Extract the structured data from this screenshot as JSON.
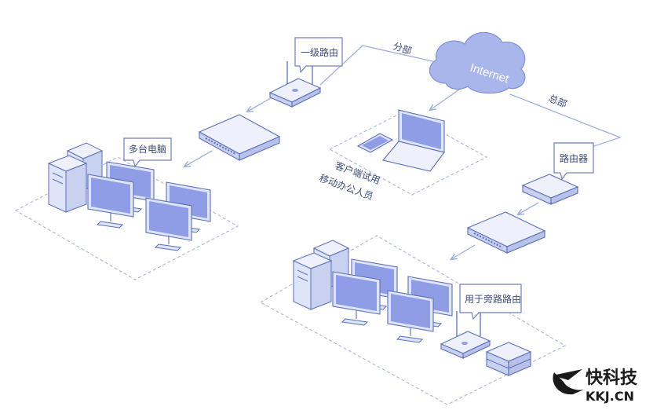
{
  "cloud": {
    "label": "Internet"
  },
  "links": {
    "branch": "分部",
    "hq": "总部"
  },
  "labels": {
    "primary_router": "一级路由",
    "multi_pc": "多台电脑",
    "client_line1": "客户端试用",
    "client_line2": "移动办公人员",
    "router": "路由器",
    "bypass_router": "用于旁路路由"
  },
  "watermark": {
    "brand": "快科技",
    "domain": "KKJ.CN"
  },
  "colors": {
    "line": "#9fb0d9",
    "device_fill": "#dfe5f8",
    "device_stroke": "#5b6fb8",
    "screen": "#8e9de6",
    "cloud": "#a9b6ec",
    "label_stroke": "#6f7fc0"
  }
}
